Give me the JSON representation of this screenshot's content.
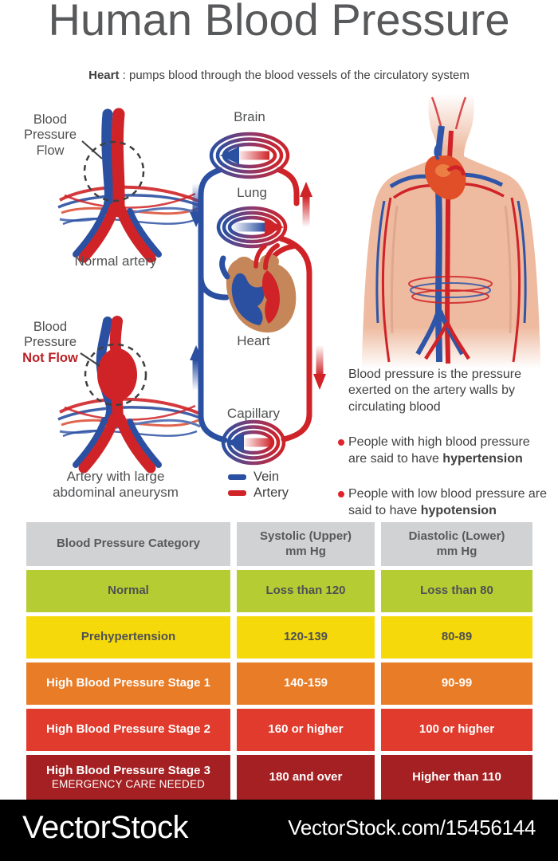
{
  "title": "Human Blood Pressure",
  "subtitle": {
    "lead": "Heart",
    "rest": " : pumps blood through the blood vessels of the circulatory system"
  },
  "figures": {
    "normal_artery": {
      "callout": [
        "Blood",
        "Pressure",
        "Flow"
      ],
      "caption": "Normal artery"
    },
    "aneurysm_artery": {
      "callout": [
        "Blood",
        "Pressure"
      ],
      "callout_alert": "Not Flow",
      "caption_line1": "Artery with large",
      "caption_line2": "abdominal aneurysm"
    }
  },
  "circulation": {
    "labels": {
      "brain": "Brain",
      "lung": "Lung",
      "heart": "Heart",
      "capillary": "Capillary"
    },
    "legend": [
      {
        "name": "Vein",
        "color": "#2b50a1"
      },
      {
        "name": "Artery",
        "color": "#cf2328"
      }
    ]
  },
  "description": {
    "intro": "Blood pressure is the pressure exerted on the artery walls by circulating blood",
    "bullets": [
      {
        "text": "People with high blood pressure are said to have ",
        "emphasis": "hypertension"
      },
      {
        "text": "People with low blood pressure are said to have ",
        "emphasis": "hypotension"
      }
    ]
  },
  "table": {
    "headers": {
      "category": "Blood Pressure Category",
      "systolic": [
        "Systolic (Upper)",
        "mm Hg"
      ],
      "diastolic": [
        "Diastolic (Lower)",
        "mm Hg"
      ]
    },
    "rows": [
      {
        "category": "Normal",
        "systolic": "Loss than 120",
        "diastolic": "Loss than 80",
        "color": "#b6cc33"
      },
      {
        "category": "Prehypertension",
        "systolic": "120-139",
        "diastolic": "80-89",
        "color": "#f5d90a"
      },
      {
        "category": "High Blood Pressure Stage 1",
        "systolic": "140-159",
        "diastolic": "90-99",
        "color": "#e87c27"
      },
      {
        "category": "High Blood Pressure Stage 2",
        "systolic": "160 or higher",
        "diastolic": "100 or higher",
        "color": "#e03b2d"
      },
      {
        "category": "High Blood Pressure Stage 3",
        "category_note": "EMERGENCY CARE NEEDED",
        "systolic": "180 and over",
        "diastolic": "Higher than 110",
        "color": "#a52022"
      }
    ]
  },
  "footer": {
    "brand": "VectorStock",
    "credit": "VectorStock.com/15456144"
  },
  "colors": {
    "heading_gray": "#58595b",
    "body_text": "#414042",
    "alert_red": "#b92025",
    "vein_blue": "#2b50a1",
    "artery_red": "#cf2328",
    "header_cell_gray": "#d1d2d4",
    "bullet_red": "#e0242c",
    "skin": "#eebba0"
  }
}
